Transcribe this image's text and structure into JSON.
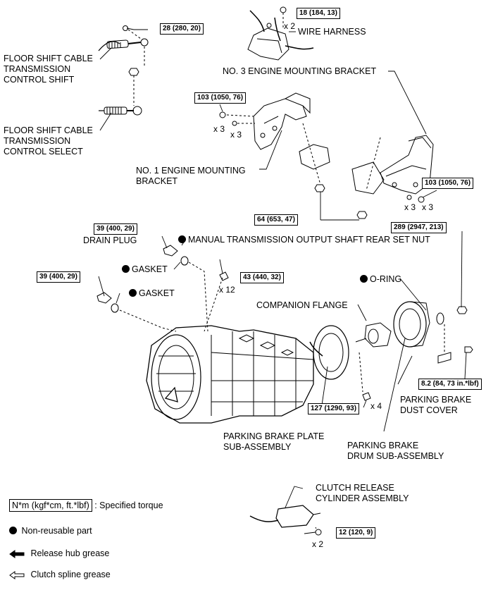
{
  "torques": {
    "t_28": "28 (280, 20)",
    "t_18": "18 (184, 13)",
    "t_103a": "103 (1050, 76)",
    "t_103b": "103 (1050, 76)",
    "t_64": "64 (653, 47)",
    "t_39a": "39 (400, 29)",
    "t_39b": "39 (400, 29)",
    "t_43": "43 (440, 32)",
    "t_289": "289 (2947, 213)",
    "t_8_2": "8.2 (84, 73 in.*lbf)",
    "t_127": "127 (1290, 93)",
    "t_12": "12 (120, 9)"
  },
  "quantities": {
    "q_x2_harness": "x 2",
    "q_x3_a": "x 3",
    "q_x3_b": "x 3",
    "q_x3_c": "x 3",
    "q_x3_d": "x 3",
    "q_x12": "x 12",
    "q_x4": "x 4",
    "q_x2_clutch": "x 2"
  },
  "labels": {
    "floor_shift_control_shift": [
      "FLOOR SHIFT CABLE",
      "TRANSMISSION",
      "CONTROL SHIFT"
    ],
    "floor_shift_control_select": [
      "FLOOR SHIFT CABLE",
      "TRANSMISSION",
      "CONTROL SELECT"
    ],
    "wire_harness": "WIRE HARNESS",
    "no3_bracket": "NO. 3 ENGINE MOUNTING BRACKET",
    "no1_bracket": [
      "NO. 1 ENGINE MOUNTING",
      "BRACKET"
    ],
    "output_nut": "MANUAL TRANSMISSION OUTPUT SHAFT REAR SET NUT",
    "drain_plug": "DRAIN PLUG",
    "gasket_1": "GASKET",
    "gasket_2": "GASKET",
    "o_ring": "O-RING",
    "companion_flange": "COMPANION FLANGE",
    "parking_brake_plate": [
      "PARKING BRAKE PLATE",
      "SUB-ASSEMBLY"
    ],
    "parking_brake_drum": [
      "PARKING BRAKE",
      "DRUM SUB-ASSEMBLY"
    ],
    "parking_brake_dust_cover": [
      "PARKING BRAKE",
      "DUST COVER"
    ],
    "clutch_release_cylinder": [
      "CLUTCH RELEASE",
      "CYLINDER ASSEMBLY"
    ]
  },
  "legend": {
    "torque_box": "N*m (kgf*cm, ft.*lbf)",
    "torque_text": ": Specified torque",
    "non_reusable": "Non-reusable part",
    "release_hub_grease": "Release hub grease",
    "clutch_spline_grease": "Clutch spline grease"
  }
}
